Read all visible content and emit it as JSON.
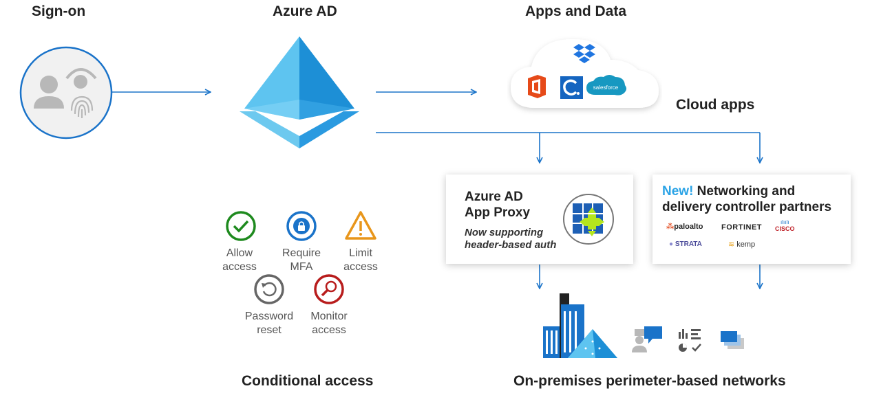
{
  "headers": {
    "signon": "Sign-on",
    "azure_ad": "Azure AD",
    "apps_data": "Apps and Data",
    "cloud_apps": "Cloud apps",
    "conditional_access": "Conditional access",
    "onprem": "On-premises perimeter-based networks"
  },
  "access_options": [
    {
      "line1": "Allow",
      "line2": "access",
      "icon": "check-circle-icon",
      "color": "#1e8a1e"
    },
    {
      "line1": "Require",
      "line2": "MFA",
      "icon": "lock-circle-icon",
      "color": "#1a73c9"
    },
    {
      "line1": "Limit",
      "line2": "access",
      "icon": "warning-triangle-icon",
      "color": "#e8961b"
    },
    {
      "line1": "Password",
      "line2": "reset",
      "icon": "reset-circle-icon",
      "color": "#666666"
    },
    {
      "line1": "Monitor",
      "line2": "access",
      "icon": "magnifier-circle-icon",
      "color": "#b81c1c"
    }
  ],
  "app_proxy": {
    "title_line1": "Azure AD",
    "title_line2": "App Proxy",
    "sub_line1": "Now supporting",
    "sub_line2": "header-based auth"
  },
  "partners": {
    "new_label": "New!",
    "title_rest": " Networking and",
    "title_line2": "delivery controller partners",
    "logos": [
      "paloalto",
      "FORTINET",
      "CISCO",
      "STRATA",
      "kemp"
    ]
  },
  "cloud_logos": {
    "salesforce": "salesforce"
  },
  "colors": {
    "accent": "#1a73c9",
    "azure_light": "#5ec4f0",
    "azure_dark": "#1d8fd6"
  }
}
